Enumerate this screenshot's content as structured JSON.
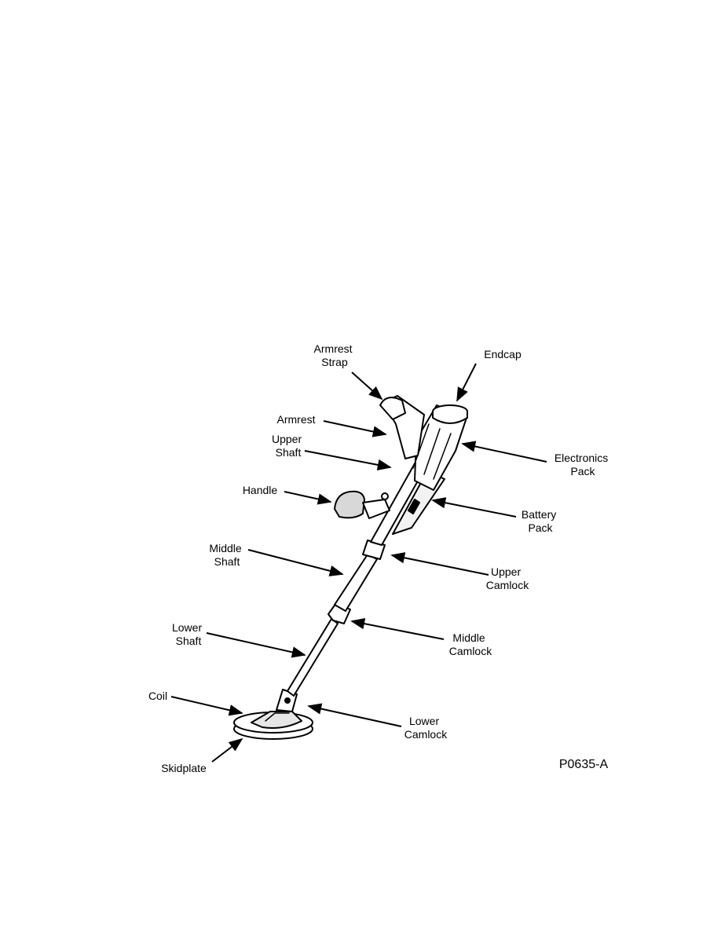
{
  "figure_id": "P0635-A",
  "colors": {
    "ink": "#000000",
    "paper": "#ffffff",
    "shade": "#d8d8d8"
  },
  "callouts": [
    {
      "id": "armrest-strap",
      "lines": [
        "Armrest",
        "Strap"
      ]
    },
    {
      "id": "endcap",
      "lines": [
        "Endcap"
      ]
    },
    {
      "id": "armrest",
      "lines": [
        "Armrest"
      ]
    },
    {
      "id": "upper-shaft",
      "lines": [
        "Upper",
        "Shaft"
      ]
    },
    {
      "id": "electronics-pack",
      "lines": [
        "Electronics",
        "Pack"
      ]
    },
    {
      "id": "handle",
      "lines": [
        "Handle"
      ]
    },
    {
      "id": "battery-pack",
      "lines": [
        "Battery",
        "Pack"
      ]
    },
    {
      "id": "middle-shaft",
      "lines": [
        "Middle",
        "Shaft"
      ]
    },
    {
      "id": "upper-camlock",
      "lines": [
        "Upper",
        "Camlock"
      ]
    },
    {
      "id": "lower-shaft",
      "lines": [
        "Lower",
        "Shaft"
      ]
    },
    {
      "id": "middle-camlock",
      "lines": [
        "Middle",
        "Camlock"
      ]
    },
    {
      "id": "coil",
      "lines": [
        "Coil"
      ]
    },
    {
      "id": "lower-camlock",
      "lines": [
        "Lower",
        "Camlock"
      ]
    },
    {
      "id": "skidplate",
      "lines": [
        "Skidplate"
      ]
    }
  ]
}
